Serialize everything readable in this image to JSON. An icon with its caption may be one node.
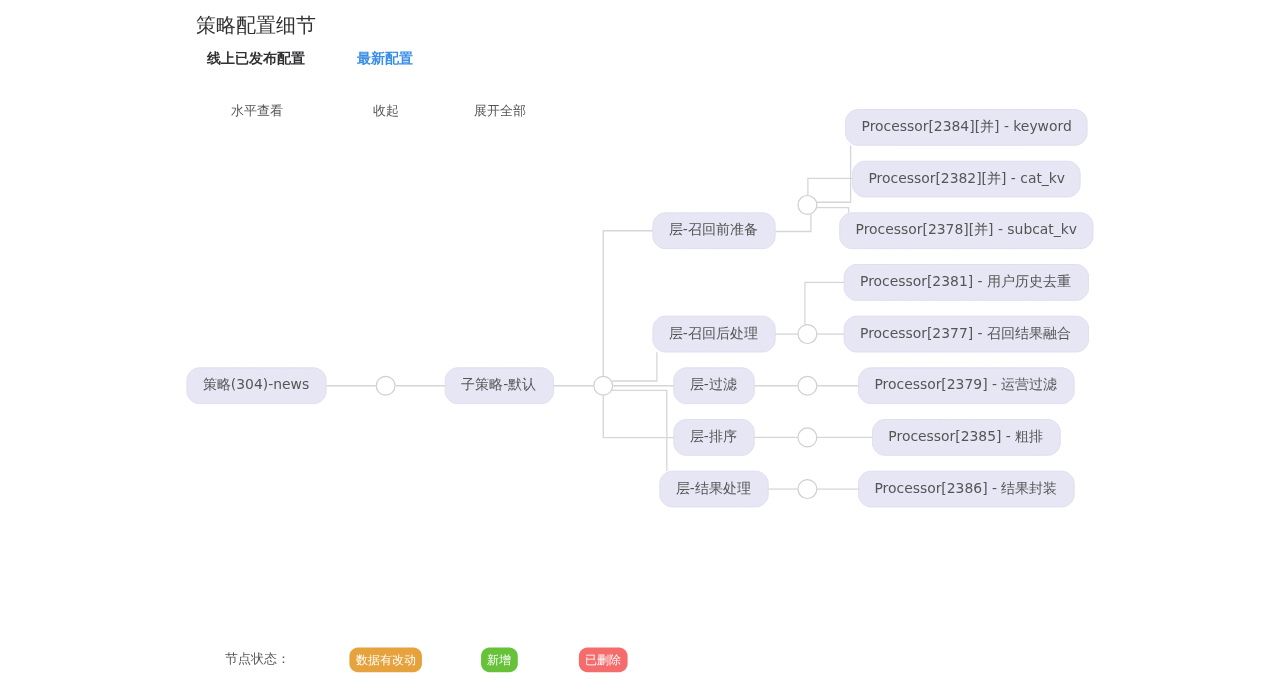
{
  "diagram": {
    "title": "策略配置细节",
    "nodes": [
      {
        "text": [
          "策略(304)-news"
        ]
      },
      {
        "text": [],
        "shape": "circle"
      },
      {
        "text": [
          "子策略-默认"
        ]
      },
      {
        "text": [],
        "shape": "circle"
      },
      {
        "text": [
          "层-召回前准备"
        ]
      },
      {
        "text": [],
        "shape": "circle"
      },
      {
        "text": [
          "Processor[2384][并] - keyword"
        ]
      },
      {
        "text": [
          "Processor[2382][并] - cat_kv"
        ]
      },
      {
        "text": [
          "Processor[2378][并] - subcat_kv"
        ]
      },
      {
        "text": [
          "层-召回后处理"
        ]
      },
      {
        "text": [],
        "shape": "circle"
      },
      {
        "text": [
          "Processor[2381] - 用户历史去重"
        ]
      },
      {
        "text": [
          "Processor[2377] - 召回结果融合"
        ]
      },
      {
        "text": [
          "层-过滤"
        ]
      },
      {
        "text": [],
        "shape": "circle"
      },
      {
        "text": [
          "Processor[2379] - 运营过滤"
        ]
      },
      {
        "text": [
          "层-排序"
        ]
      },
      {
        "text": [],
        "shape": "circle"
      },
      {
        "text": [
          "Processor[2385] - 粗排"
        ]
      },
      {
        "text": [
          "层-结果处理"
        ]
      },
      {
        "text": [],
        "shape": "circle"
      },
      {
        "text": [
          "Processor[2386] - 结果封装"
        ]
      }
    ],
    "edges": [
      {
        "from": 0,
        "to": 1,
        "arrow": "none"
      },
      {
        "from": 1,
        "to": 2,
        "arrow": "none"
      },
      {
        "from": 2,
        "to": 3,
        "arrow": "none"
      },
      {
        "from": 3,
        "to": 4,
        "arrow": "none"
      },
      {
        "from": 3,
        "to": 9,
        "arrow": "none"
      },
      {
        "from": 3,
        "to": 13,
        "arrow": "none"
      },
      {
        "from": 3,
        "to": 16,
        "arrow": "none"
      },
      {
        "from": 3,
        "to": 19,
        "arrow": "none"
      },
      {
        "from": 4,
        "to": 5,
        "arrow": "none"
      },
      {
        "from": 5,
        "to": 6,
        "arrow": "none"
      },
      {
        "from": 5,
        "to": 7,
        "arrow": "none"
      },
      {
        "from": 5,
        "to": 8,
        "arrow": "none"
      },
      {
        "from": 9,
        "to": 10,
        "arrow": "none"
      },
      {
        "from": 10,
        "to": 11,
        "arrow": "none"
      },
      {
        "from": 10,
        "to": 12,
        "arrow": "none"
      },
      {
        "from": 13,
        "to": 14,
        "arrow": "none"
      },
      {
        "from": 14,
        "to": 15,
        "arrow": "none"
      },
      {
        "from": 16,
        "to": 17,
        "arrow": "none"
      },
      {
        "from": 17,
        "to": 18,
        "arrow": "none"
      },
      {
        "from": 19,
        "to": 20,
        "arrow": "none"
      },
      {
        "from": 20,
        "to": 21,
        "arrow": "none"
      }
    ],
    "labels": [
      "线上已发布配置",
      "最新配置",
      "水平查看",
      "收起",
      "展开全部",
      "节点状态："
    ],
    "legend": [
      {
        "text": "数据有改动",
        "color": "#e6a23c"
      },
      {
        "text": "新增",
        "color": "#67c23a"
      },
      {
        "text": "已删除",
        "color": "#f56c6c"
      }
    ]
  }
}
